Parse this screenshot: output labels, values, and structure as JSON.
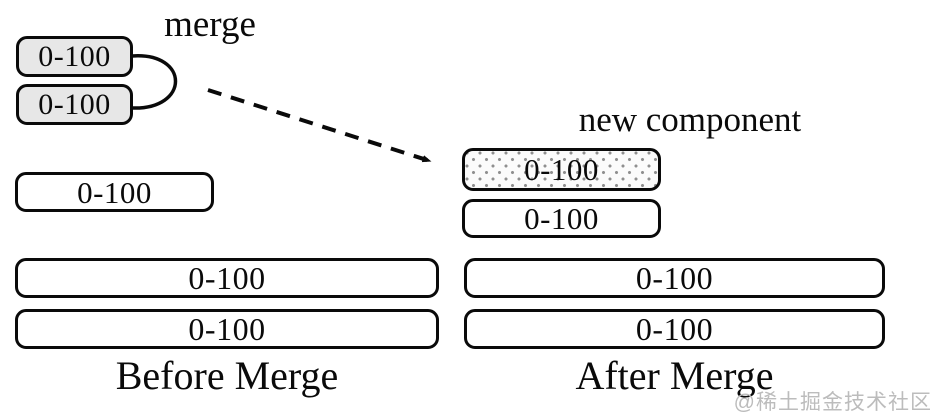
{
  "diagram": {
    "merge_label": "merge",
    "new_component_label": "new component",
    "before": {
      "caption": "Before Merge",
      "small_boxes": [
        "0-100",
        "0-100"
      ],
      "medium_box": "0-100",
      "wide_boxes": [
        "0-100",
        "0-100"
      ]
    },
    "after": {
      "new_component_box": "0-100",
      "medium_box": "0-100",
      "wide_boxes": [
        "0-100",
        "0-100"
      ],
      "caption": "After Merge"
    },
    "watermark": "@稀土掘金技术社区",
    "colors": {
      "box_border": "#0a0a0a",
      "small_box_fill": "#e7e7e7",
      "dotted_box_dot": "#8f8f8f",
      "watermark_text": "#bcbcbc",
      "background": "#ffffff"
    }
  }
}
